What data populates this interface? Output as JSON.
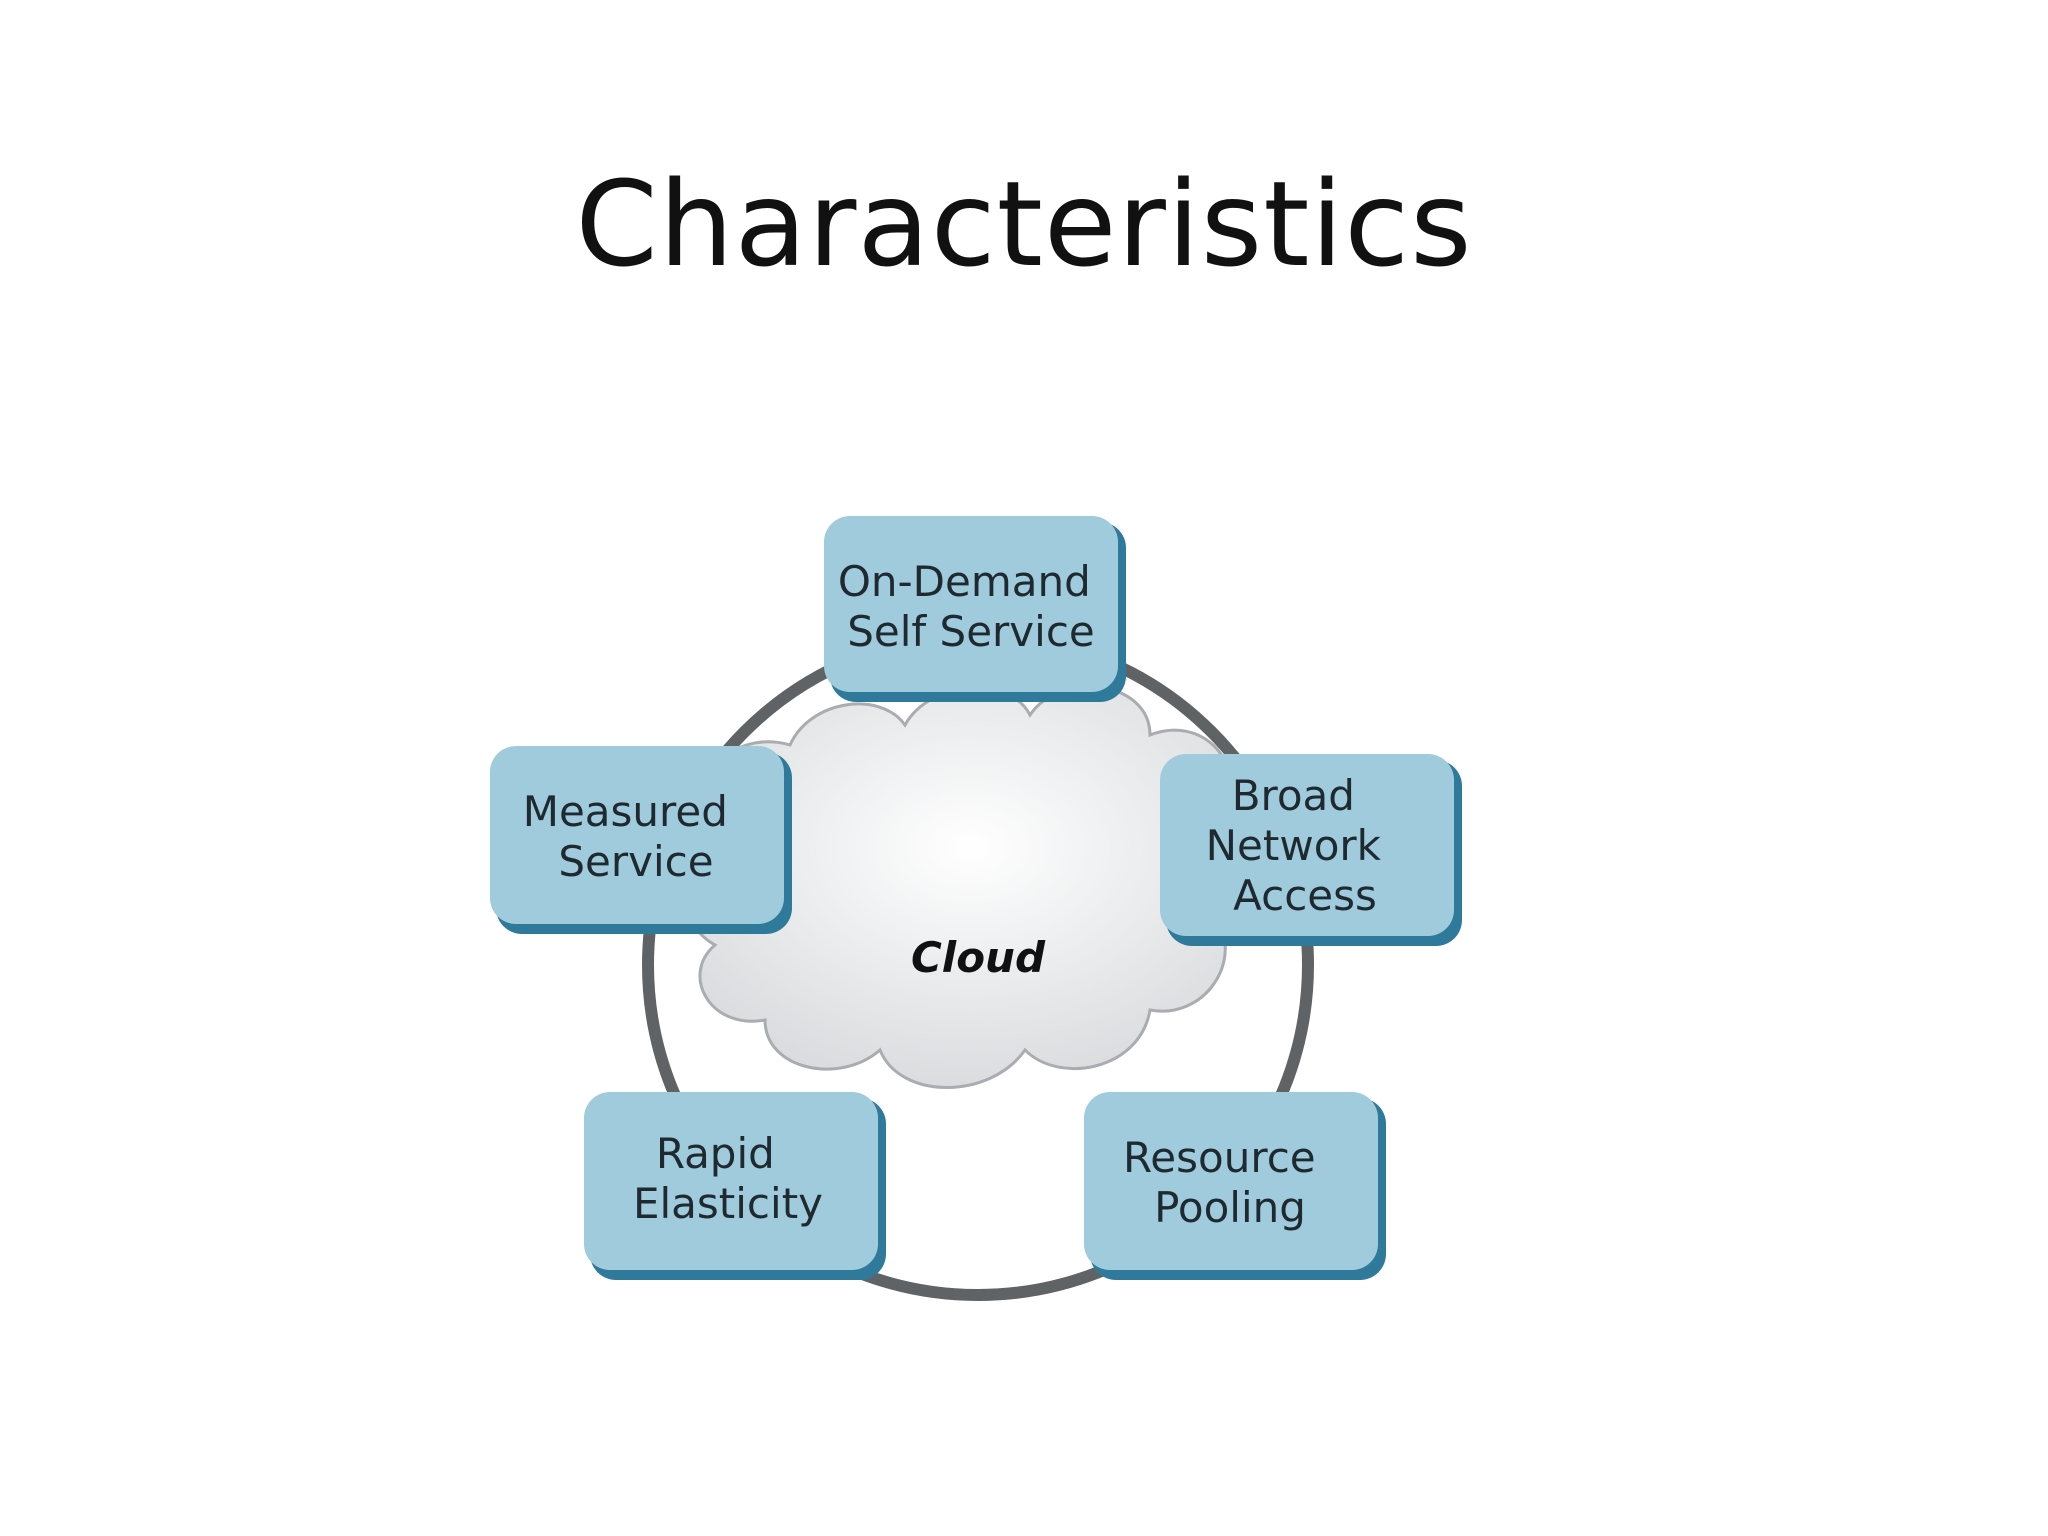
{
  "slide": {
    "title": "Characteristics"
  },
  "diagram": {
    "center_label": "Cloud",
    "boxes": [
      {
        "id": "on-demand-self-service",
        "lines": [
          "On-Demand",
          "Self Service"
        ]
      },
      {
        "id": "broad-network-access",
        "lines": [
          "Broad",
          "Network",
          "Access"
        ]
      },
      {
        "id": "resource-pooling",
        "lines": [
          "Resource",
          "Pooling"
        ]
      },
      {
        "id": "rapid-elasticity",
        "lines": [
          "Rapid",
          "Elasticity"
        ]
      },
      {
        "id": "measured-service",
        "lines": [
          "Measured",
          "Service"
        ]
      }
    ],
    "colors": {
      "box_fill": "#9fcbdd",
      "box_shadow": "#2f7a9a",
      "ring": "#5f6366",
      "cloud_fill": "#e6e7e9",
      "cloud_stroke": "#a9adb1"
    }
  }
}
